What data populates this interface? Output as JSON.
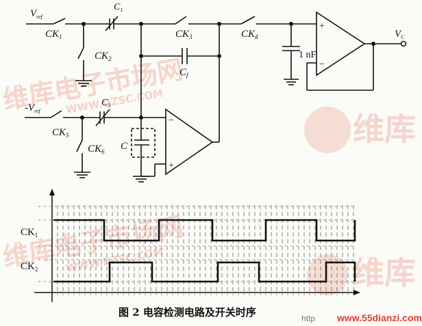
{
  "circuit": {
    "labels": {
      "vref": "V",
      "vref_sub": "ref",
      "neg_vref": "-V",
      "neg_vref_sub": "ref",
      "ck1": "CK",
      "ck1_sub": "1",
      "ck2": "CK",
      "ck2_sub": "2",
      "ck3": "CK",
      "ck3_sub": "3",
      "ck4": "CK",
      "ck4_sub": "4",
      "ck5": "CK",
      "ck5_sub": "5",
      "ck6": "CK",
      "ck6_sub": "6",
      "c1": "C",
      "c1_sub": "1",
      "c3": "C",
      "c3_sub": "3",
      "cf": "C",
      "cf_sub": "f",
      "c": "C",
      "one_nf": "1 nF",
      "vc": "V",
      "vc_sub": "C",
      "plus1": "+",
      "minus1": "−",
      "plus2": "+",
      "minus2": "−"
    }
  },
  "timing": {
    "labels": {
      "ck1": "CK",
      "ck1_sub": "1",
      "ck2": "CK",
      "ck2_sub": "2"
    }
  },
  "caption": "图 2  电容检测电路及开关时序",
  "watermarks": {
    "cn1": "维库电子市场网",
    "url1": "WWW.DZSC.COM",
    "cn2": "维库电子市场网",
    "url2": "WWW.DZSC.COM",
    "side1": "维库",
    "side2": "维库"
  },
  "footer": {
    "prefix": "http",
    "url": "www.55dianzi.com"
  },
  "colors": {
    "ink": "#111111",
    "watermark": "#f3c9bd",
    "url": "#e83a2e"
  }
}
